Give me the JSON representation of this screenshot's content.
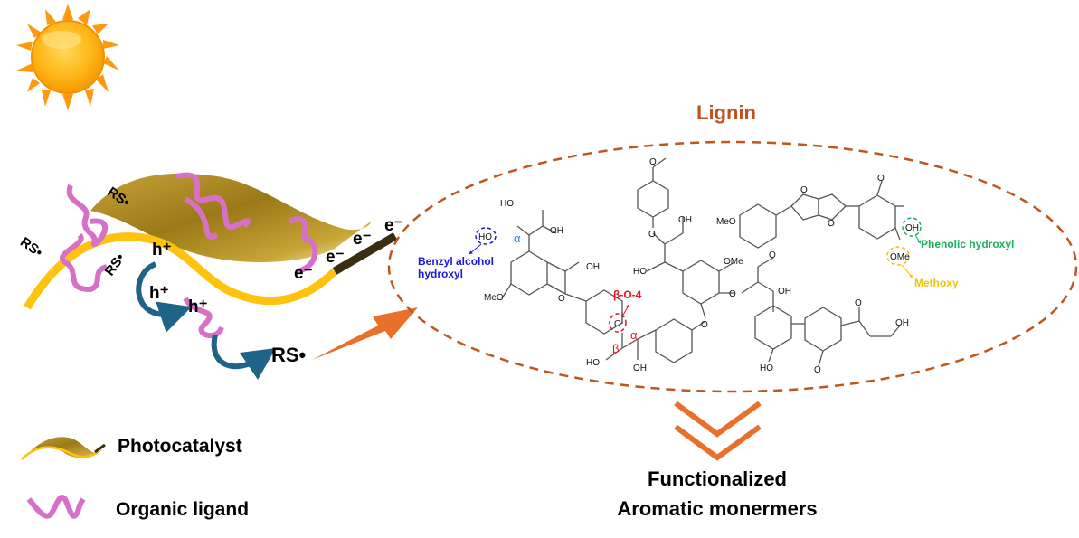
{
  "title": "Lignin",
  "sun": {
    "icon": "sun-icon"
  },
  "photocatalyst": {
    "rs_labels": [
      "RS•",
      "RS•",
      "RS•"
    ],
    "holes": [
      "h⁺",
      "h⁺",
      "h⁺"
    ],
    "electrons": [
      "e⁻",
      "e⁻",
      "e⁻",
      "e⁻"
    ],
    "rs_radical": "RS•"
  },
  "annotations": {
    "benzyl": {
      "line1": "Benzyl alcohol",
      "line2": "hydroxyl",
      "color": "#1a1adc",
      "alpha": "α",
      "group": "HO"
    },
    "beta_o_4": {
      "label": "β-O-4",
      "color": "#e8141e",
      "alpha": "α",
      "beta": "β",
      "o": "O"
    },
    "phenolic": {
      "label": "Phenolic hydroxyl",
      "color": "#1cb05a",
      "group": "OH"
    },
    "methoxy": {
      "label": "Methoxy",
      "color": "#f2c012",
      "group": "OMe"
    }
  },
  "chem_labels": {
    "ho": "HO",
    "oh": "OH",
    "meo": "MeO",
    "ome": "OMe",
    "o": "O"
  },
  "product": {
    "line1": "Functionalized",
    "line2": "Aromatic monermers"
  },
  "legend": [
    {
      "label": "Photocatalyst",
      "icon": "photocatalyst-ribbon-icon"
    },
    {
      "label": "Organic ligand",
      "icon": "organic-ligand-icon"
    }
  ],
  "colors": {
    "accent_orange": "#e8702a",
    "lignin_title": "#c0501e",
    "dashed_ellipse": "#c0561e",
    "ligand": "#d870c8",
    "ribbon_edge": "#ffc20e",
    "ribbon_gold": "#a8841c",
    "hole_arrow": "#1e6488"
  }
}
